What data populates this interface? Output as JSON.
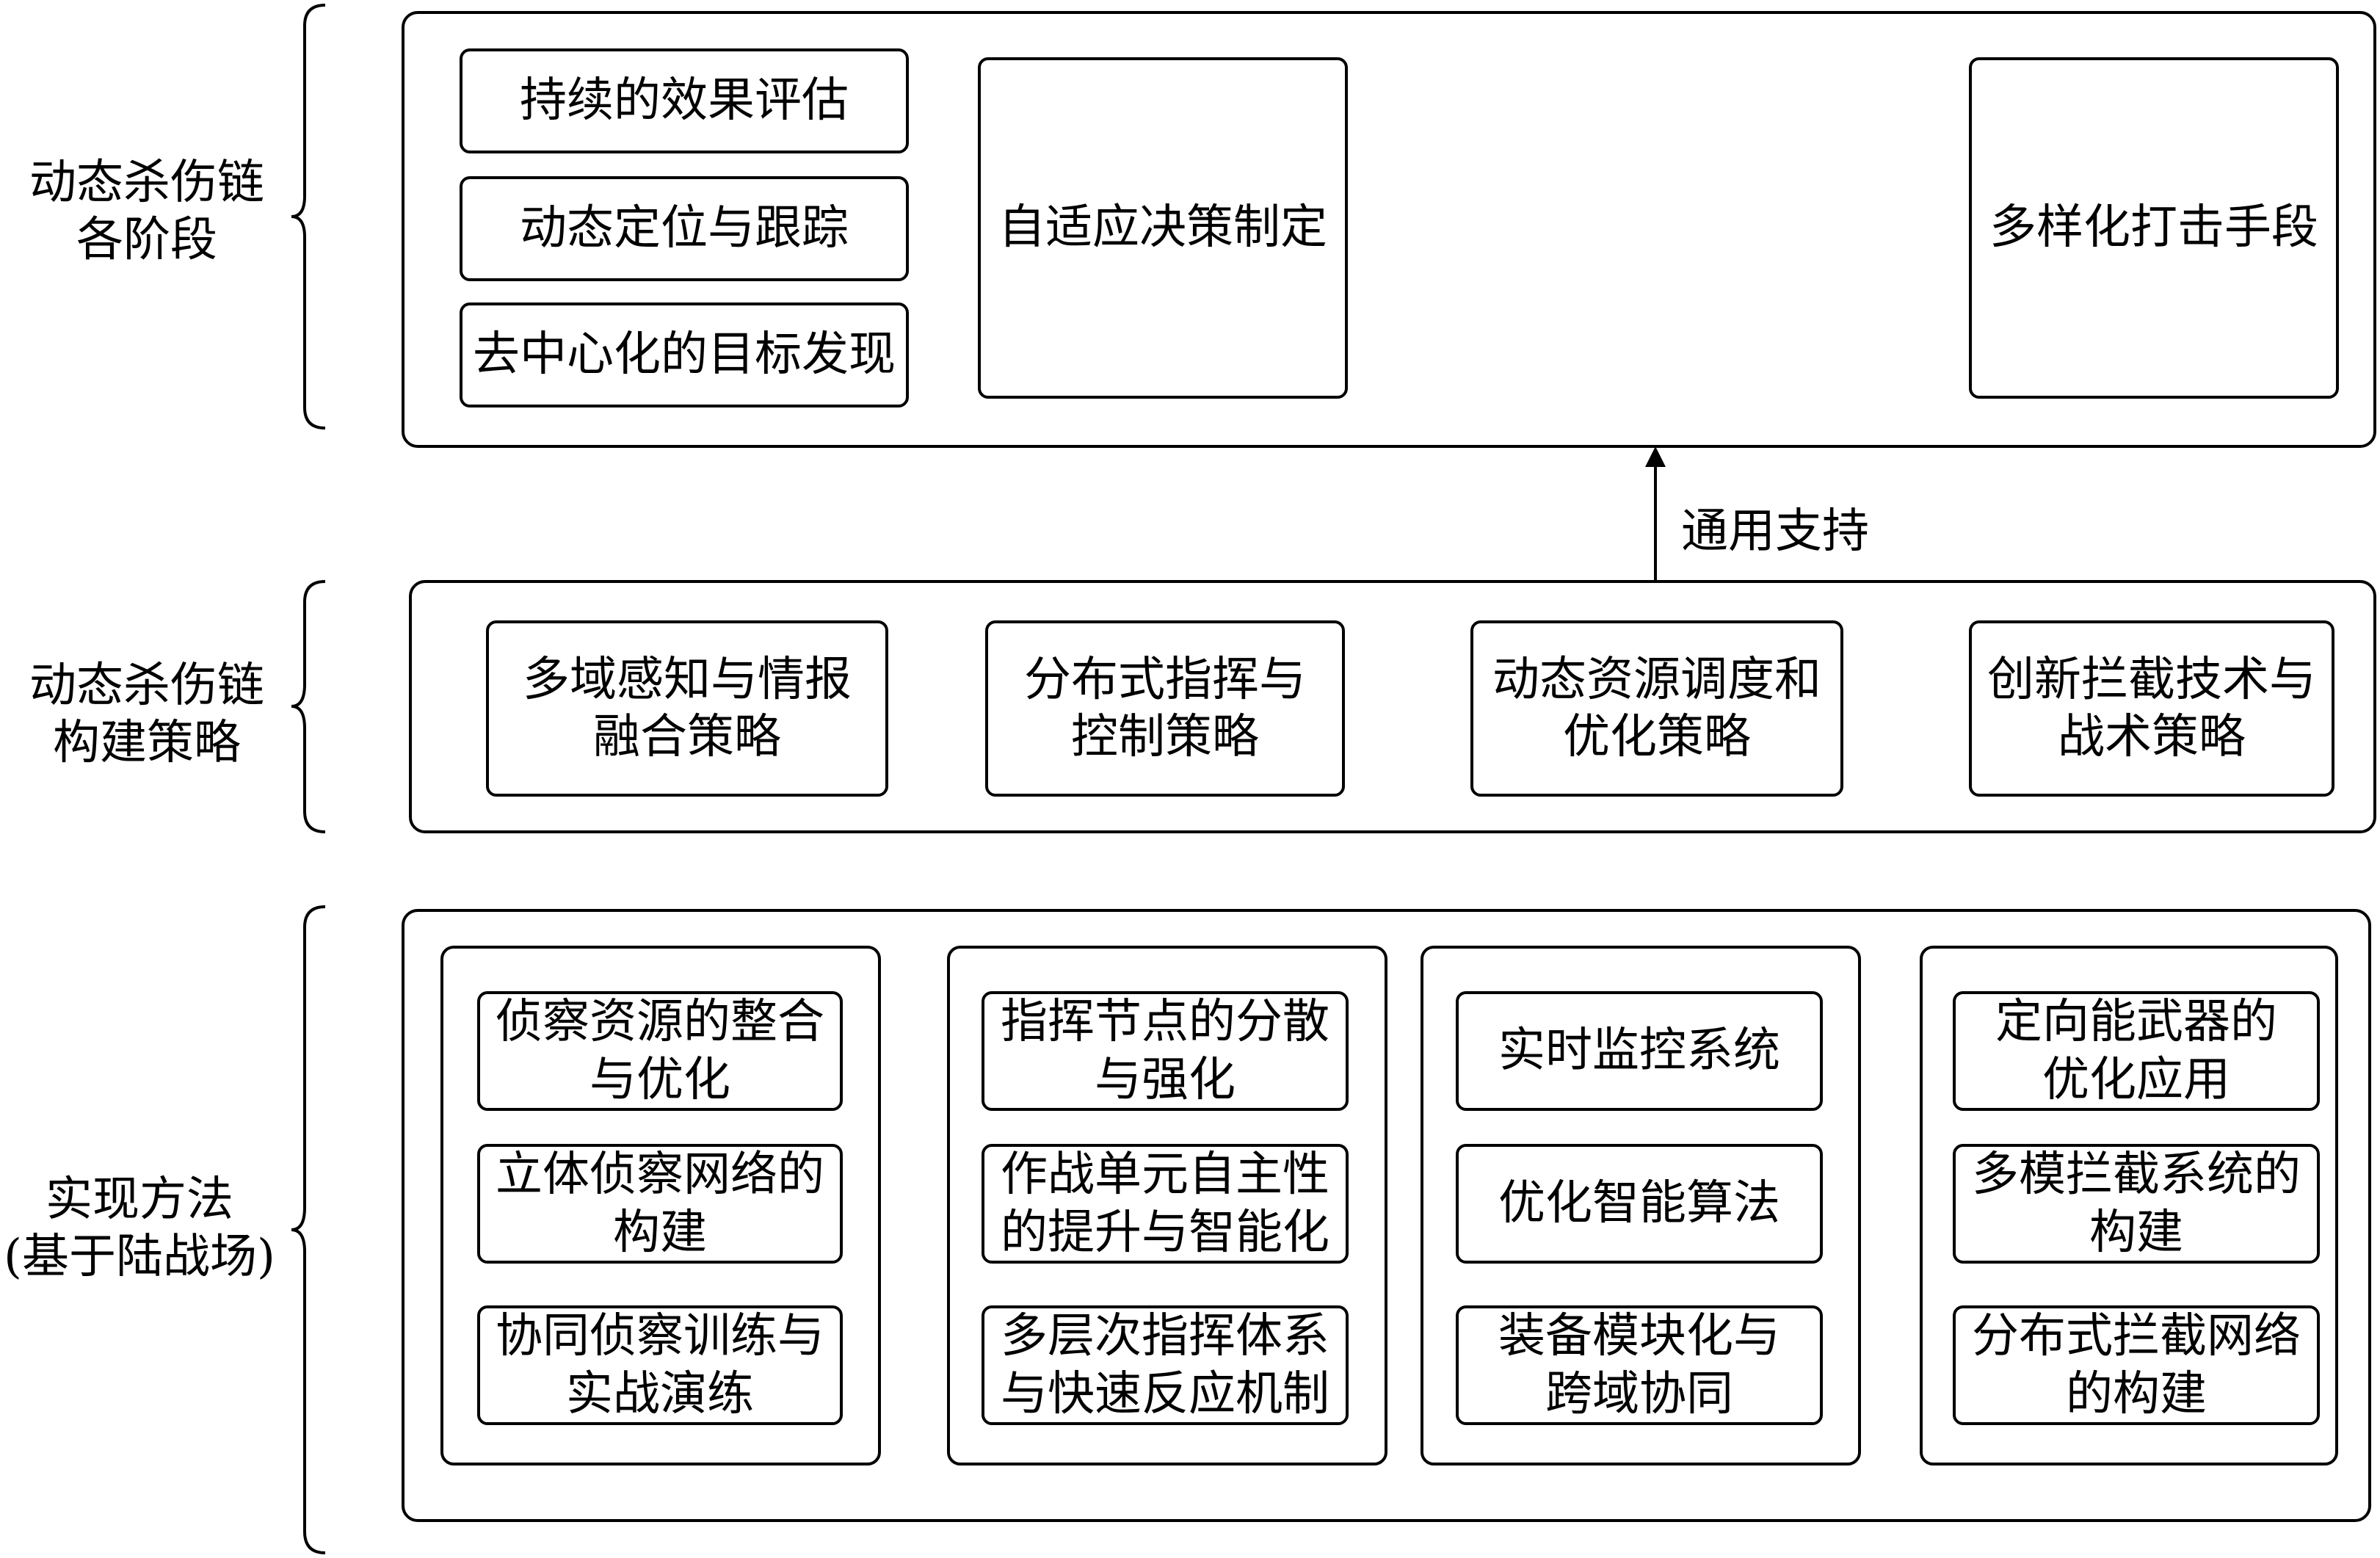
{
  "layers": {
    "stages": {
      "label": "动态杀伤链\n各阶段",
      "stack": [
        "持续的效果评估",
        "动态定位与跟踪",
        "去中心化的目标发现"
      ],
      "decision": "自适应决策制定",
      "strike": "多样化打击手段"
    },
    "arrow_label": "通用支持",
    "strategies": {
      "label": "动态杀伤链\n构建策略",
      "items": [
        "多域感知与情报\n融合策略",
        "分布式指挥与\n控制策略",
        "动态资源调度和\n优化策略",
        "创新拦截技术与\n战术策略"
      ]
    },
    "methods": {
      "label": "实现方法\n(基于陆战场)",
      "groups": [
        [
          "侦察资源的整合\n与优化",
          "立体侦察网络的\n构建",
          "协同侦察训练与\n实战演练"
        ],
        [
          "指挥节点的分散\n与强化",
          "作战单元自主性\n的提升与智能化",
          "多层次指挥体系\n与快速反应机制"
        ],
        [
          "实时监控系统",
          "优化智能算法",
          "装备模块化与\n跨域协同"
        ],
        [
          "定向能武器的\n优化应用",
          "多模拦截系统的\n构建",
          "分布式拦截网络\n的构建"
        ]
      ]
    }
  }
}
